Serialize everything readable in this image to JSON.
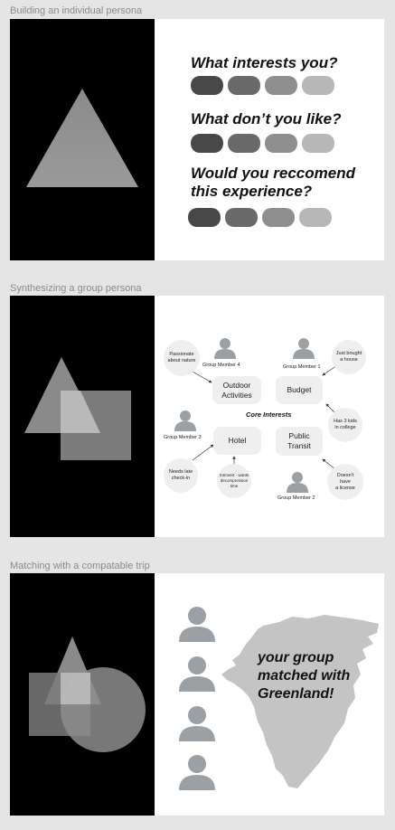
{
  "frames": [
    {
      "label": "Building an individual persona"
    },
    {
      "label": "Synthesizing a group persona"
    },
    {
      "label": "Matching with a compatable trip"
    }
  ],
  "persona": {
    "q1": "What interests you?",
    "q2": "What don’t you like?",
    "q3_line1": "Would you reccomend",
    "q3_line2": "this experience?",
    "rating_colors": [
      "#484848",
      "#6a6a6a",
      "#8f8f8f",
      "#b7b7b7"
    ]
  },
  "group": {
    "core": "Core Interests",
    "nodes": {
      "outdoor_1": "Outdoor",
      "outdoor_2": "Activities",
      "budget": "Budget",
      "hotel": "Hotel",
      "transit_1": "Public",
      "transit_2": "Transit"
    },
    "members": {
      "m4": "Group Member  4",
      "m1": "Group Member 1",
      "m3": "Group Member 3",
      "m2": "Group Member 2"
    },
    "bubbles": {
      "nature_1": "Passionate",
      "nature_2": "about nature",
      "house_1": "Just bought",
      "house_2": "a house",
      "kids_1": "Has 3 kids",
      "kids_2": "in college",
      "checkin_1": "Needs late",
      "checkin_2": "check-in",
      "introvert_1": "Introvert - wants",
      "introvert_2": "decompression",
      "introvert_3": "time",
      "license_1": "Doesn't",
      "license_2": "have",
      "license_3": "a license"
    }
  },
  "match": {
    "line1": "your group",
    "line2": "matched with",
    "line3": "Greenland!"
  }
}
